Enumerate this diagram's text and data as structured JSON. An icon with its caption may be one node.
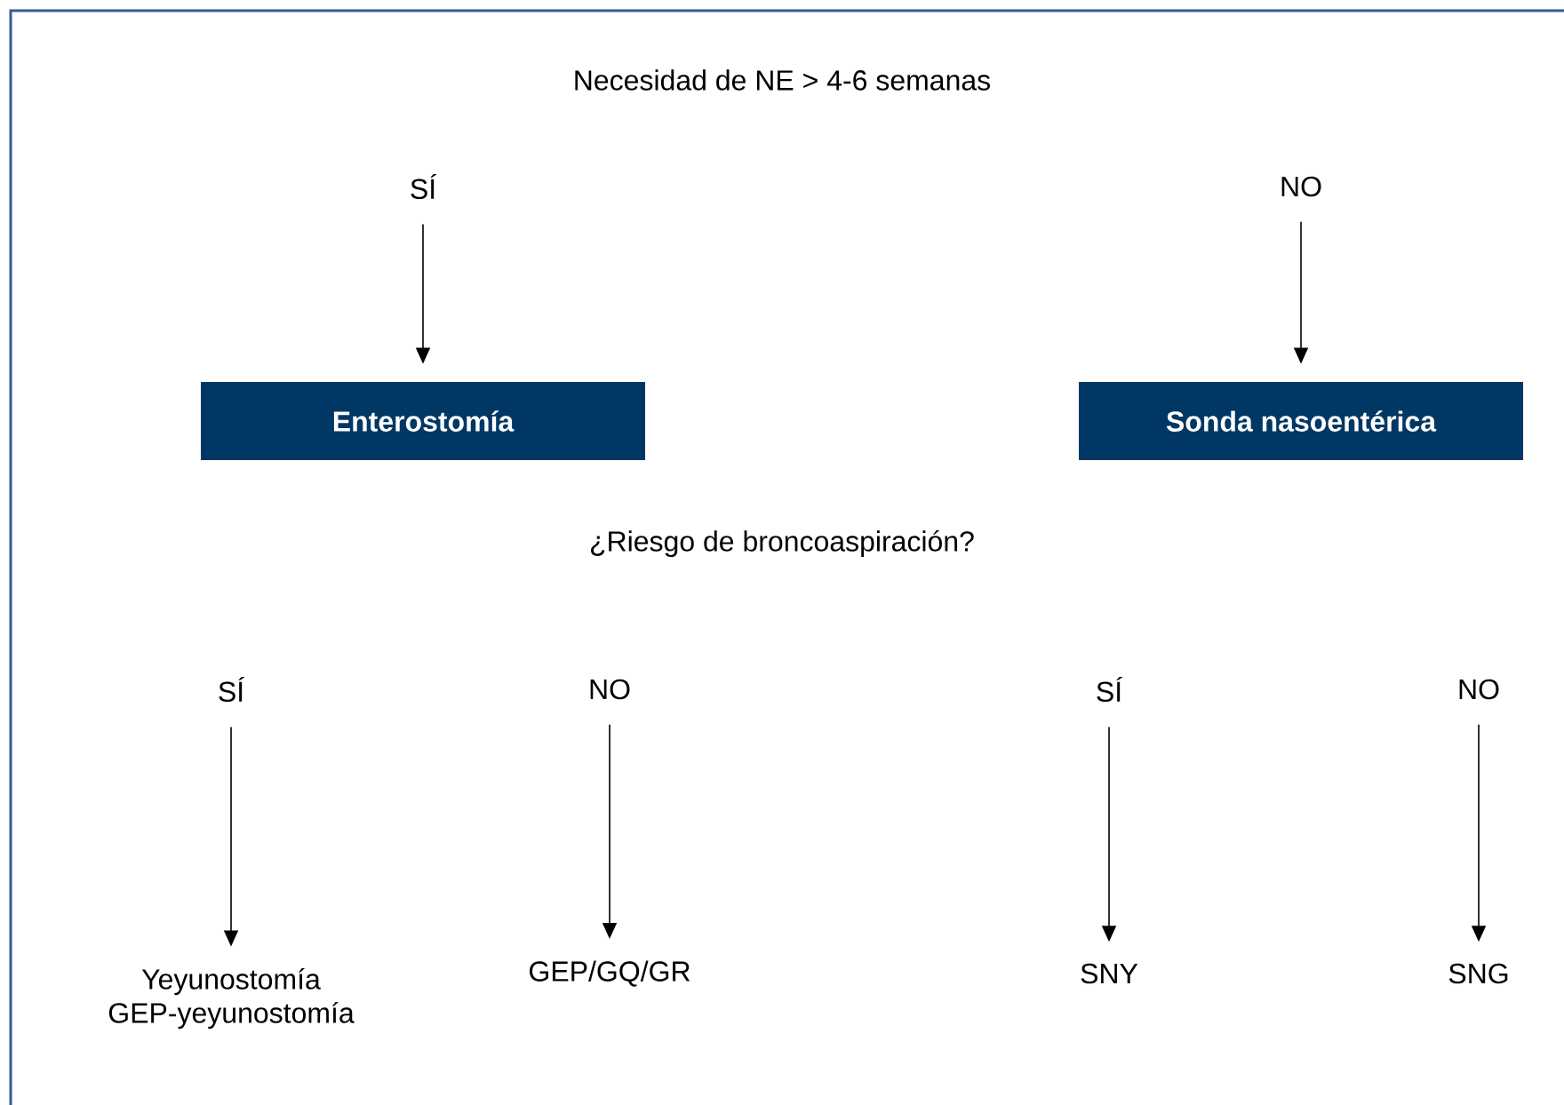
{
  "diagram": {
    "nodes": [
      {
        "text": [
          "SÍ"
        ]
      },
      {
        "text": [
          "NO"
        ]
      },
      {
        "text": [
          "Enterostomía"
        ]
      },
      {
        "text": [
          "Sonda nasoentérica"
        ]
      },
      {
        "text": [
          "SÍ"
        ]
      },
      {
        "text": [
          "NO"
        ]
      },
      {
        "text": [
          "SÍ"
        ]
      },
      {
        "text": [
          "NO"
        ]
      },
      {
        "text": [
          "Yeyunostomía GEP-yeyunostomía"
        ]
      },
      {
        "text": [
          "GEP/GQ/GR"
        ]
      },
      {
        "text": [
          "SNY"
        ]
      },
      {
        "text": [
          "SNG"
        ]
      }
    ],
    "edges": [
      {
        "from": 0,
        "to": 2,
        "arrow": "to"
      },
      {
        "from": 1,
        "to": 3,
        "arrow": "to"
      },
      {
        "from": 4,
        "to": 8,
        "arrow": "to"
      },
      {
        "from": 5,
        "to": 9,
        "arrow": "to"
      },
      {
        "from": 6,
        "to": 10,
        "arrow": "to"
      },
      {
        "from": 7,
        "to": 11,
        "arrow": "to"
      }
    ],
    "labels": [
      "Necesidad de NE > 4-6 semanas",
      "¿Riesgo de broncoaspiración?"
    ]
  }
}
